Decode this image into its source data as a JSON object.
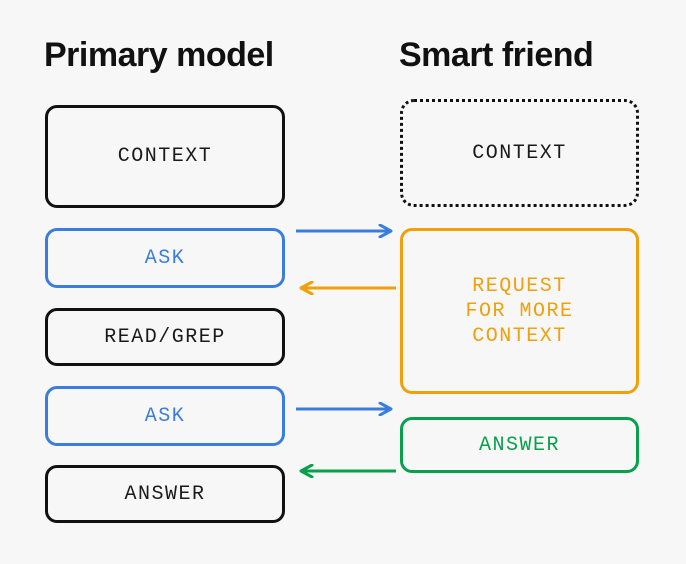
{
  "diagram": {
    "background_color": "#f7f7f7",
    "columns": [
      {
        "id": "primary",
        "heading": "Primary model"
      },
      {
        "id": "friend",
        "heading": "Smart friend"
      }
    ],
    "colors": {
      "black": "#111111",
      "blue": "#3b7ddd",
      "orange": "#efa00b",
      "green": "#08a04b"
    },
    "nodes": {
      "context_left": {
        "label": "CONTEXT",
        "color": "#111111",
        "border": "solid"
      },
      "ask_1": {
        "label": "ASK",
        "color": "#3b7ddd",
        "border": "solid"
      },
      "read_grep": {
        "label": "READ/GREP",
        "color": "#111111",
        "border": "solid"
      },
      "ask_2": {
        "label": "ASK",
        "color": "#3b7ddd",
        "border": "solid"
      },
      "answer_left": {
        "label": "ANSWER",
        "color": "#111111",
        "border": "solid"
      },
      "context_right": {
        "label": "CONTEXT",
        "color": "#111111",
        "border": "dotted"
      },
      "request_more_context": {
        "label": "REQUEST\nFOR MORE\nCONTEXT",
        "color": "#efa00b",
        "border": "solid"
      },
      "answer_right": {
        "label": "ANSWER",
        "color": "#08a04b",
        "border": "solid"
      }
    },
    "arrows": [
      {
        "id": "ask1-to-friend",
        "direction": "right",
        "color": "#3b7ddd",
        "from": "ask_1",
        "to": "request_more_context"
      },
      {
        "id": "request-to-model",
        "direction": "left",
        "color": "#efa00b",
        "from": "request_more_context",
        "to": "ask_1"
      },
      {
        "id": "ask2-to-friend",
        "direction": "right",
        "color": "#3b7ddd",
        "from": "ask_2",
        "to": "answer_right"
      },
      {
        "id": "answer-to-model",
        "direction": "left",
        "color": "#08a04b",
        "from": "answer_right",
        "to": "answer_left"
      }
    ]
  }
}
